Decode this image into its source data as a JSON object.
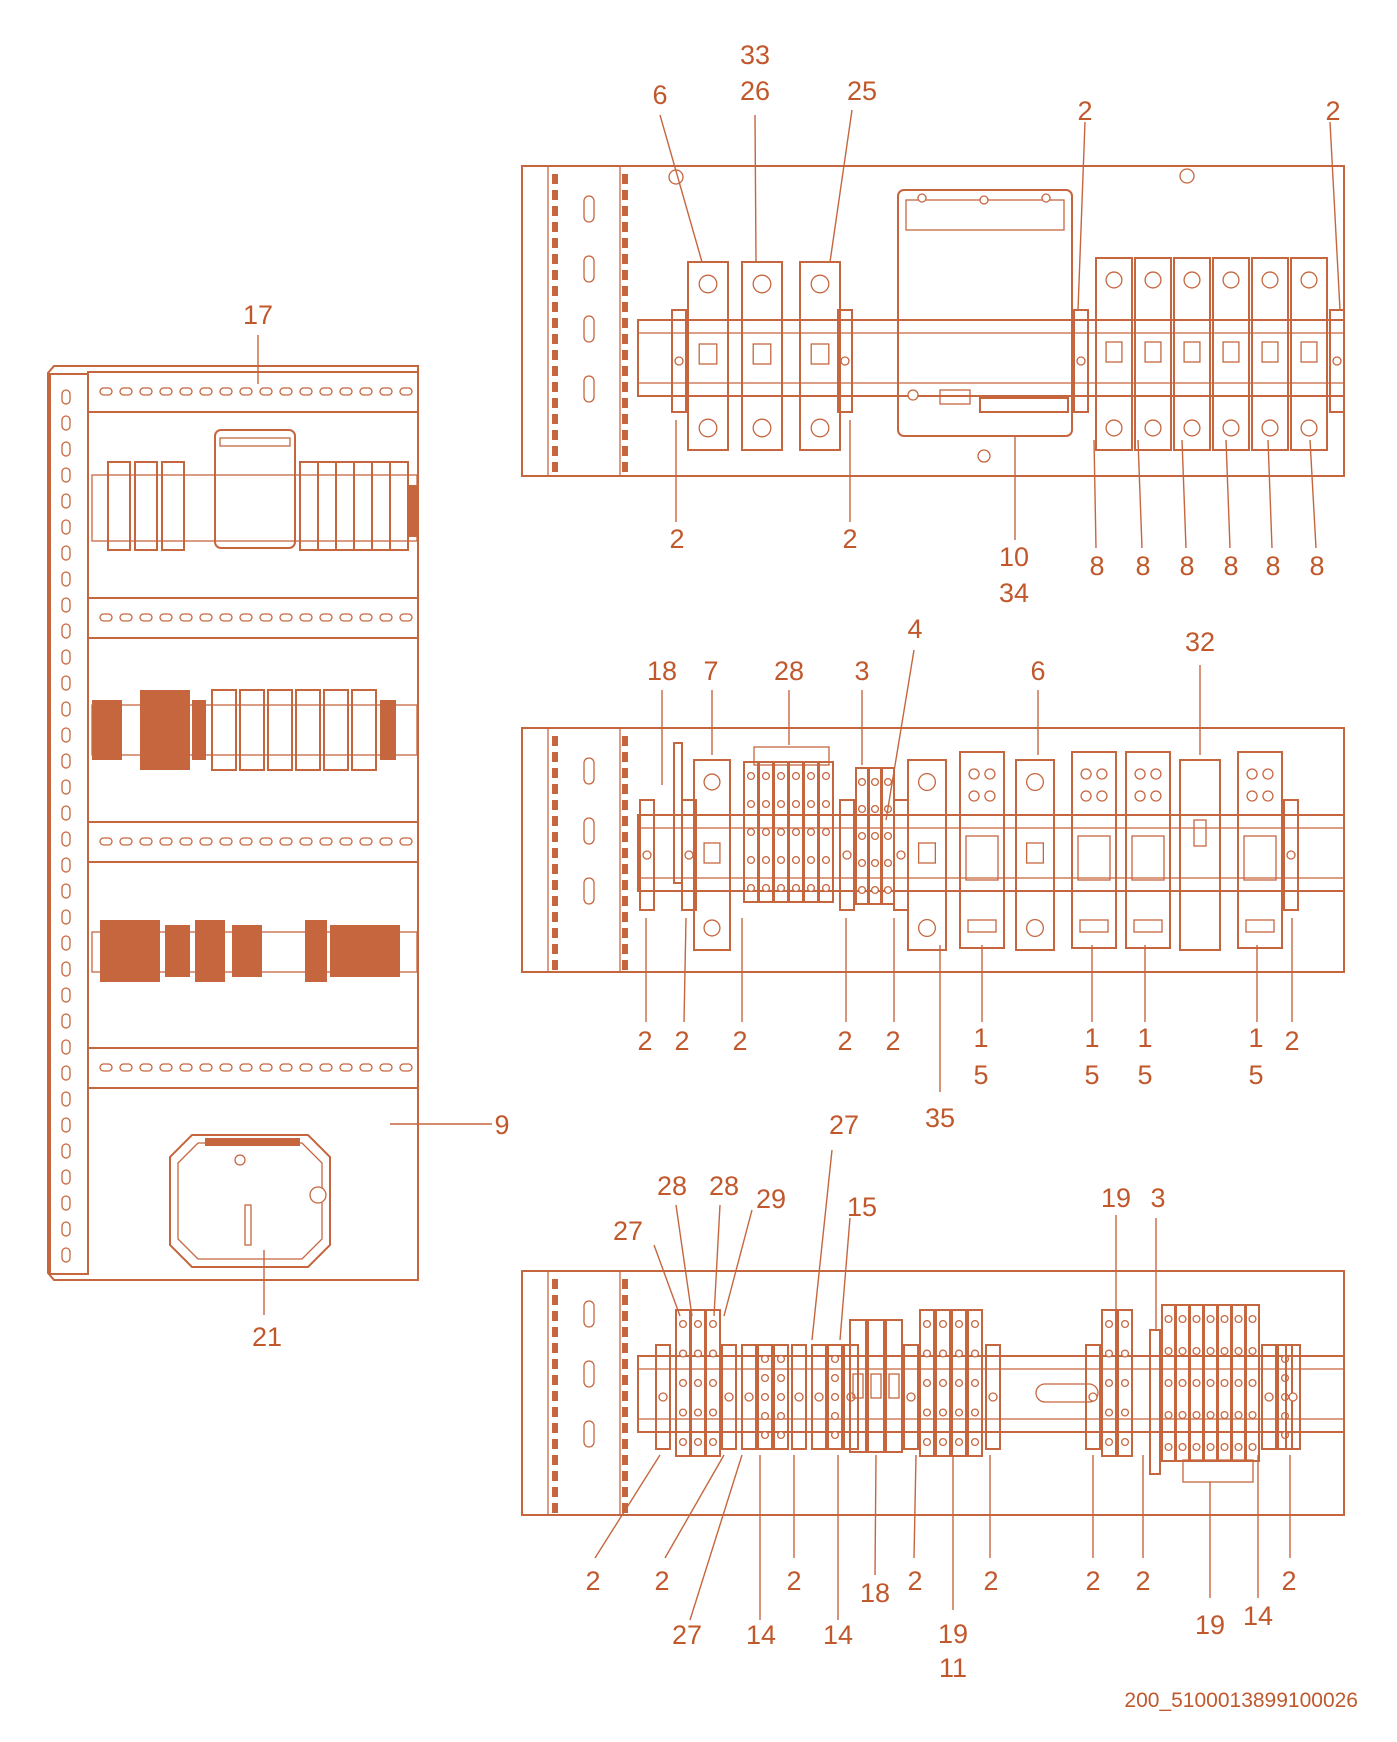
{
  "figure_code": "200_5100013899100026",
  "callouts": {
    "overview": [
      {
        "id": "o17",
        "text": "17"
      },
      {
        "id": "o9",
        "text": "9"
      },
      {
        "id": "o21",
        "text": "21"
      }
    ],
    "rail1": [
      {
        "id": "a6",
        "text": "6"
      },
      {
        "id": "a33",
        "text": "33"
      },
      {
        "id": "a26",
        "text": "26"
      },
      {
        "id": "a25",
        "text": "25"
      },
      {
        "id": "a2t1",
        "text": "2"
      },
      {
        "id": "a2t2",
        "text": "2"
      },
      {
        "id": "a2b1",
        "text": "2"
      },
      {
        "id": "a2b2",
        "text": "2"
      },
      {
        "id": "a10",
        "text": "10"
      },
      {
        "id": "a34",
        "text": "34"
      },
      {
        "id": "a8_1",
        "text": "8"
      },
      {
        "id": "a8_2",
        "text": "8"
      },
      {
        "id": "a8_3",
        "text": "8"
      },
      {
        "id": "a8_4",
        "text": "8"
      },
      {
        "id": "a8_5",
        "text": "8"
      },
      {
        "id": "a8_6",
        "text": "8"
      }
    ],
    "rail2": [
      {
        "id": "b18",
        "text": "18"
      },
      {
        "id": "b7",
        "text": "7"
      },
      {
        "id": "b28",
        "text": "28"
      },
      {
        "id": "b3",
        "text": "3"
      },
      {
        "id": "b4",
        "text": "4"
      },
      {
        "id": "b6",
        "text": "6"
      },
      {
        "id": "b32",
        "text": "32"
      },
      {
        "id": "b2_1",
        "text": "2"
      },
      {
        "id": "b2_2",
        "text": "2"
      },
      {
        "id": "b2_3",
        "text": "2"
      },
      {
        "id": "b2_4",
        "text": "2"
      },
      {
        "id": "b2_5",
        "text": "2"
      },
      {
        "id": "b1_1",
        "text": "1"
      },
      {
        "id": "b5_1",
        "text": "5"
      },
      {
        "id": "b35",
        "text": "35"
      },
      {
        "id": "b1_2",
        "text": "1"
      },
      {
        "id": "b5_2",
        "text": "5"
      },
      {
        "id": "b1_3",
        "text": "1"
      },
      {
        "id": "b5_3",
        "text": "5"
      },
      {
        "id": "b1_4",
        "text": "1"
      },
      {
        "id": "b5_4",
        "text": "5"
      },
      {
        "id": "b2_6",
        "text": "2"
      }
    ],
    "rail3": [
      {
        "id": "c27t",
        "text": "27"
      },
      {
        "id": "c28a",
        "text": "28"
      },
      {
        "id": "c28b",
        "text": "28"
      },
      {
        "id": "c29",
        "text": "29"
      },
      {
        "id": "c27m",
        "text": "27"
      },
      {
        "id": "c15",
        "text": "15"
      },
      {
        "id": "c19t",
        "text": "19"
      },
      {
        "id": "c3",
        "text": "3"
      },
      {
        "id": "c2_1",
        "text": "2"
      },
      {
        "id": "c2_2",
        "text": "2"
      },
      {
        "id": "c27b",
        "text": "27"
      },
      {
        "id": "c14_1",
        "text": "14"
      },
      {
        "id": "c2_3",
        "text": "2"
      },
      {
        "id": "c14_2",
        "text": "14"
      },
      {
        "id": "c18",
        "text": "18"
      },
      {
        "id": "c2_4",
        "text": "2"
      },
      {
        "id": "c19b",
        "text": "19"
      },
      {
        "id": "c11",
        "text": "11"
      },
      {
        "id": "c2_5",
        "text": "2"
      },
      {
        "id": "c2_6",
        "text": "2"
      },
      {
        "id": "c2_7",
        "text": "2"
      },
      {
        "id": "c19r",
        "text": "19"
      },
      {
        "id": "c14_3",
        "text": "14"
      },
      {
        "id": "c2_8",
        "text": "2"
      }
    ]
  }
}
